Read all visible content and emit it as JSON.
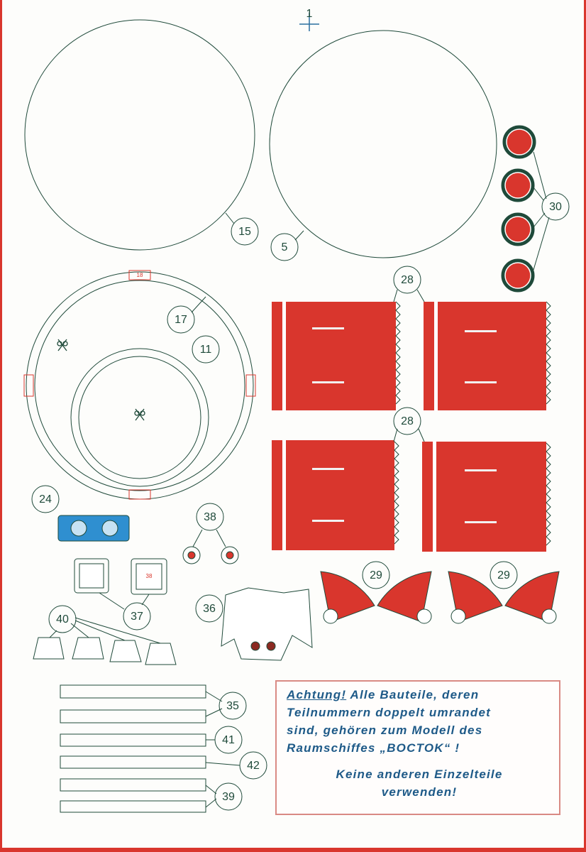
{
  "labels": {
    "p1": "1",
    "p5": "5",
    "p11": "11",
    "p15": "15",
    "p17": "17",
    "p18": "18",
    "p24": "24",
    "p28a": "28",
    "p28b": "28",
    "p29a": "29",
    "p29b": "29",
    "p30": "30",
    "p35": "35",
    "p36": "36",
    "p37": "37",
    "p38": "38",
    "p38mini": "38",
    "p39": "39",
    "p40": "40",
    "p41": "41",
    "p42": "42"
  },
  "notice": {
    "word": "Achtung!",
    "line1": "Alle Bauteile, deren",
    "line2": "Teilnummern doppelt umrandet",
    "line3": "sind, gehören zum Modell des",
    "line4": "Raumschiffes „BOCTOK“ !",
    "line5": "Keine anderen Einzelteile",
    "line6": "verwenden!"
  },
  "colors": {
    "ink": "#1f4a3a",
    "red": "#d9362d",
    "blue": "#2f8fd0",
    "notice_text": "#1e5a88"
  },
  "icons": [
    "scissors-icon",
    "registration-mark-icon"
  ]
}
